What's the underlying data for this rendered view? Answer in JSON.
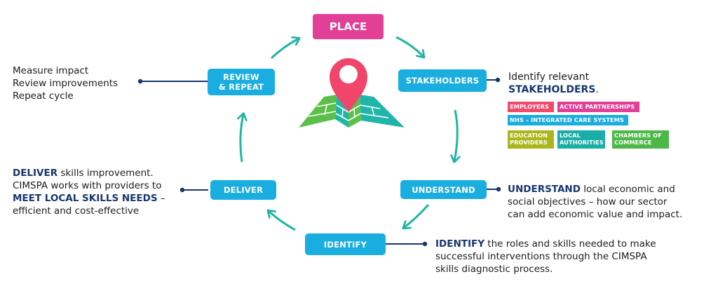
{
  "colors": {
    "node_blue": "#19ade0",
    "place_pink": "#e23f96",
    "arrow_teal": "#1fb5a3",
    "connector_navy": "#17356e",
    "highlight_navy": "#17356e",
    "pin_red": "#f1456c",
    "map_green": "#5bbf4a",
    "map_teal": "#1fb5a8"
  },
  "center": {
    "title": "PLACE",
    "icon": "map-pin-icon"
  },
  "nodes": {
    "stakeholders": "STAKEHOLDERS",
    "understand": "UNDERSTAND",
    "identify": "IDENTIFY",
    "deliver": "DELIVER",
    "review_line1": "REVIEW",
    "review_line2": "& REPEAT"
  },
  "descriptions": {
    "review": {
      "line1": "Measure impact",
      "line2": "Review improvements",
      "line3": "Repeat cycle"
    },
    "stakeholders": {
      "line1": "Identify relevant",
      "highlight": "STAKEHOLDERS",
      "suffix": "."
    },
    "understand": {
      "highlight": "UNDERSTAND",
      "line1_rest": " local economic and",
      "line2": "social objectives – how our sector",
      "line3": "can add economic value and impact."
    },
    "identify": {
      "highlight": "IDENTIFY",
      "line1_rest": " the roles and skills needed to make",
      "line2": "successful interventions through the CIMSPA",
      "line3": "skills diagnostic process."
    },
    "deliver": {
      "highlight1": "DELIVER",
      "line1_rest": " skills improvement.",
      "line2": "CIMSPA works with providers to",
      "highlight2": "MEET LOCAL SKILLS NEEDS",
      "line3_rest": " –",
      "line4": "efficient and cost-effective"
    }
  },
  "stakeholder_tags": [
    {
      "line1": "EMPLOYERS",
      "line2": "",
      "color": "#f04a6d"
    },
    {
      "line1": "ACTIVE PARTNERSHIPS",
      "line2": "",
      "color": "#e23f96"
    },
    {
      "line1": "NHS – INTEGRATED CARE SYSTEMS",
      "line2": "",
      "color": "#19ade0"
    },
    {
      "line1": "EDUCATION",
      "line2": "PROVIDERS",
      "color": "#aab71c"
    },
    {
      "line1": "LOCAL",
      "line2": "AUTHORITIES",
      "color": "#1aaea7"
    },
    {
      "line1": "CHAMBERS OF",
      "line2": "COMMERCE",
      "color": "#4db848"
    }
  ]
}
